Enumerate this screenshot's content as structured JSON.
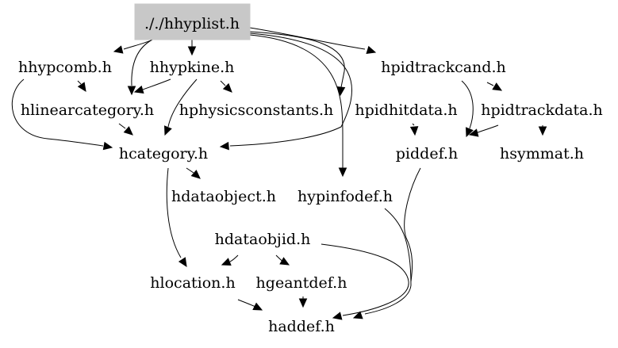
{
  "diagram": {
    "colors": {
      "background": "#ffffff",
      "root_fill": "#c8c8c8",
      "line": "#000000",
      "text": "#000000"
    },
    "nodes": [
      {
        "id": "hhyplist",
        "label": "././hhyplist.h",
        "highlighted": true
      },
      {
        "id": "hhypcomb",
        "label": "hhypcomb.h"
      },
      {
        "id": "hhypkine",
        "label": "hhypkine.h"
      },
      {
        "id": "hpidtrackcand",
        "label": "hpidtrackcand.h"
      },
      {
        "id": "hlinearcategory",
        "label": "hlinearcategory.h"
      },
      {
        "id": "hphysicsconstants",
        "label": "hphysicsconstants.h"
      },
      {
        "id": "hpidhitdata",
        "label": "hpidhitdata.h"
      },
      {
        "id": "hpidtrackdata",
        "label": "hpidtrackdata.h"
      },
      {
        "id": "hcategory",
        "label": "hcategory.h"
      },
      {
        "id": "piddef",
        "label": "piddef.h"
      },
      {
        "id": "hsymmat",
        "label": "hsymmat.h"
      },
      {
        "id": "hdataobject",
        "label": "hdataobject.h"
      },
      {
        "id": "hypinfodef",
        "label": "hypinfodef.h"
      },
      {
        "id": "hdataobjid",
        "label": "hdataobjid.h"
      },
      {
        "id": "hlocation",
        "label": "hlocation.h"
      },
      {
        "id": "hgeantdef",
        "label": "hgeantdef.h"
      },
      {
        "id": "haddef",
        "label": "haddef.h"
      }
    ],
    "edges": [
      {
        "from": "hhyplist",
        "to": "hhypcomb"
      },
      {
        "from": "hhyplist",
        "to": "hhypkine"
      },
      {
        "from": "hhyplist",
        "to": "hpidtrackcand"
      },
      {
        "from": "hhyplist",
        "to": "hlinearcategory"
      },
      {
        "from": "hhyplist",
        "to": "hpidhitdata"
      },
      {
        "from": "hhyplist",
        "to": "hcategory"
      },
      {
        "from": "hhyplist",
        "to": "hypinfodef"
      },
      {
        "from": "hhypcomb",
        "to": "hlinearcategory"
      },
      {
        "from": "hhypcomb",
        "to": "hcategory"
      },
      {
        "from": "hhypkine",
        "to": "hlinearcategory"
      },
      {
        "from": "hhypkine",
        "to": "hphysicsconstants"
      },
      {
        "from": "hhypkine",
        "to": "hcategory"
      },
      {
        "from": "hlinearcategory",
        "to": "hcategory"
      },
      {
        "from": "hpidtrackcand",
        "to": "hpidtrackdata"
      },
      {
        "from": "hpidtrackcand",
        "to": "piddef"
      },
      {
        "from": "hpidhitdata",
        "to": "piddef"
      },
      {
        "from": "hpidtrackdata",
        "to": "piddef"
      },
      {
        "from": "hpidtrackdata",
        "to": "hsymmat"
      },
      {
        "from": "hcategory",
        "to": "hdataobject"
      },
      {
        "from": "hcategory",
        "to": "hlocation"
      },
      {
        "from": "hdataobjid",
        "to": "hlocation"
      },
      {
        "from": "hdataobjid",
        "to": "hgeantdef"
      },
      {
        "from": "hdataobjid",
        "to": "haddef"
      },
      {
        "from": "hlocation",
        "to": "haddef"
      },
      {
        "from": "hgeantdef",
        "to": "haddef"
      },
      {
        "from": "piddef",
        "to": "haddef"
      },
      {
        "from": "hypinfodef",
        "to": "haddef"
      }
    ]
  }
}
